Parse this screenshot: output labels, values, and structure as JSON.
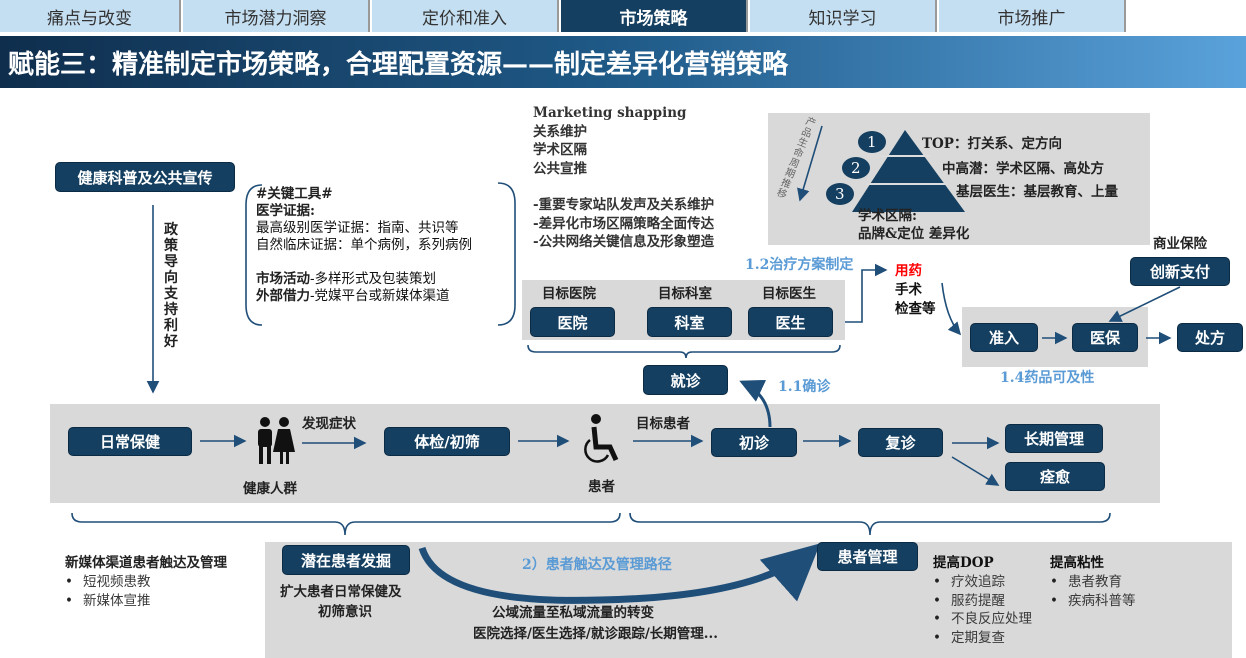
{
  "tabs": [
    "痛点与改变",
    "市场潜力洞察",
    "定价和准入",
    "市场策略",
    "知识学习",
    "市场推广"
  ],
  "active_tab": 3,
  "title": "赋能三：精准制定市场策略，合理配置资源——制定差异化营销策略",
  "health_promo": "健康科普及公共宣传",
  "policy_text": "政策导向支持利好",
  "key_tools": {
    "header": "#关键工具#",
    "evidence_title": "医学证据:",
    "evidence_1": "最高级别医学证据：指南、共识等",
    "evidence_2": "自然临床证据：单个病例，系列病例",
    "activity_bold": "市场活动",
    "activity_rest": "-多样形式及包装策划",
    "external_bold": "外部借力",
    "external_rest": "-党媒平台或新媒体渠道"
  },
  "marketing": {
    "title": "Marketing shapping",
    "items": [
      "关系维护",
      "学术区隔",
      "公共宣推"
    ],
    "actions": [
      "-重要专家站队发声及关系维护",
      "-差异化市场区隔策略全面传达",
      "-公共网络关键信息及形象塑造"
    ]
  },
  "pyramid": {
    "side_label": "产品生命周期推移",
    "levels": [
      {
        "num": "1",
        "text": "TOP：打关系、定方向"
      },
      {
        "num": "2",
        "text": "中高潜：学术区隔、高处方"
      },
      {
        "num": "3",
        "text": "基层医生：基层教育、上量"
      }
    ],
    "footer_1": "学术区隔:",
    "footer_2": "品牌&定位 差异化"
  },
  "targets": {
    "labels": [
      "目标医院",
      "目标科室",
      "目标医生"
    ],
    "buttons": [
      "医院",
      "科室",
      "医生"
    ]
  },
  "visit": "就诊",
  "diagnosis": "1.1确诊",
  "treatment_plan": "1.2治疗方案制定",
  "treatments": {
    "drug": "用药",
    "surgery": "手术",
    "exam": "检查等"
  },
  "access": {
    "buttons": [
      "准入",
      "医保",
      "处方"
    ],
    "label": "1.4药品可及性",
    "insurance": "商业保险",
    "innovative_pay": "创新支付"
  },
  "flow": {
    "daily_care": "日常保健",
    "symptoms": "发现症状",
    "healthy_people": "健康人群",
    "screening": "体检/初筛",
    "patient": "患者",
    "target_patient": "目标患者",
    "first_visit": "初诊",
    "follow_up": "复诊",
    "long_term": "长期管理",
    "cured": "痊愈"
  },
  "new_media": {
    "title": "新媒体渠道患者触达及管理",
    "items": [
      "短视频患教",
      "新媒体宣推"
    ]
  },
  "discovery": {
    "button": "潜在患者发掘",
    "desc_1": "扩大患者日常保健及",
    "desc_2": "初筛意识"
  },
  "path_label": "2）患者触达及管理路径",
  "traffic_1": "公域流量至私域流量的转变",
  "traffic_2": "医院选择/医生选择/就诊跟踪/长期管理...",
  "patient_mgmt": "患者管理",
  "dop": {
    "title": "提高DOP",
    "items": [
      "疗效追踪",
      "服药提醒",
      "不良反应处理",
      "定期复查"
    ]
  },
  "stickiness": {
    "title": "提高粘性",
    "items": [
      "患者教育",
      "疾病科普等"
    ]
  }
}
